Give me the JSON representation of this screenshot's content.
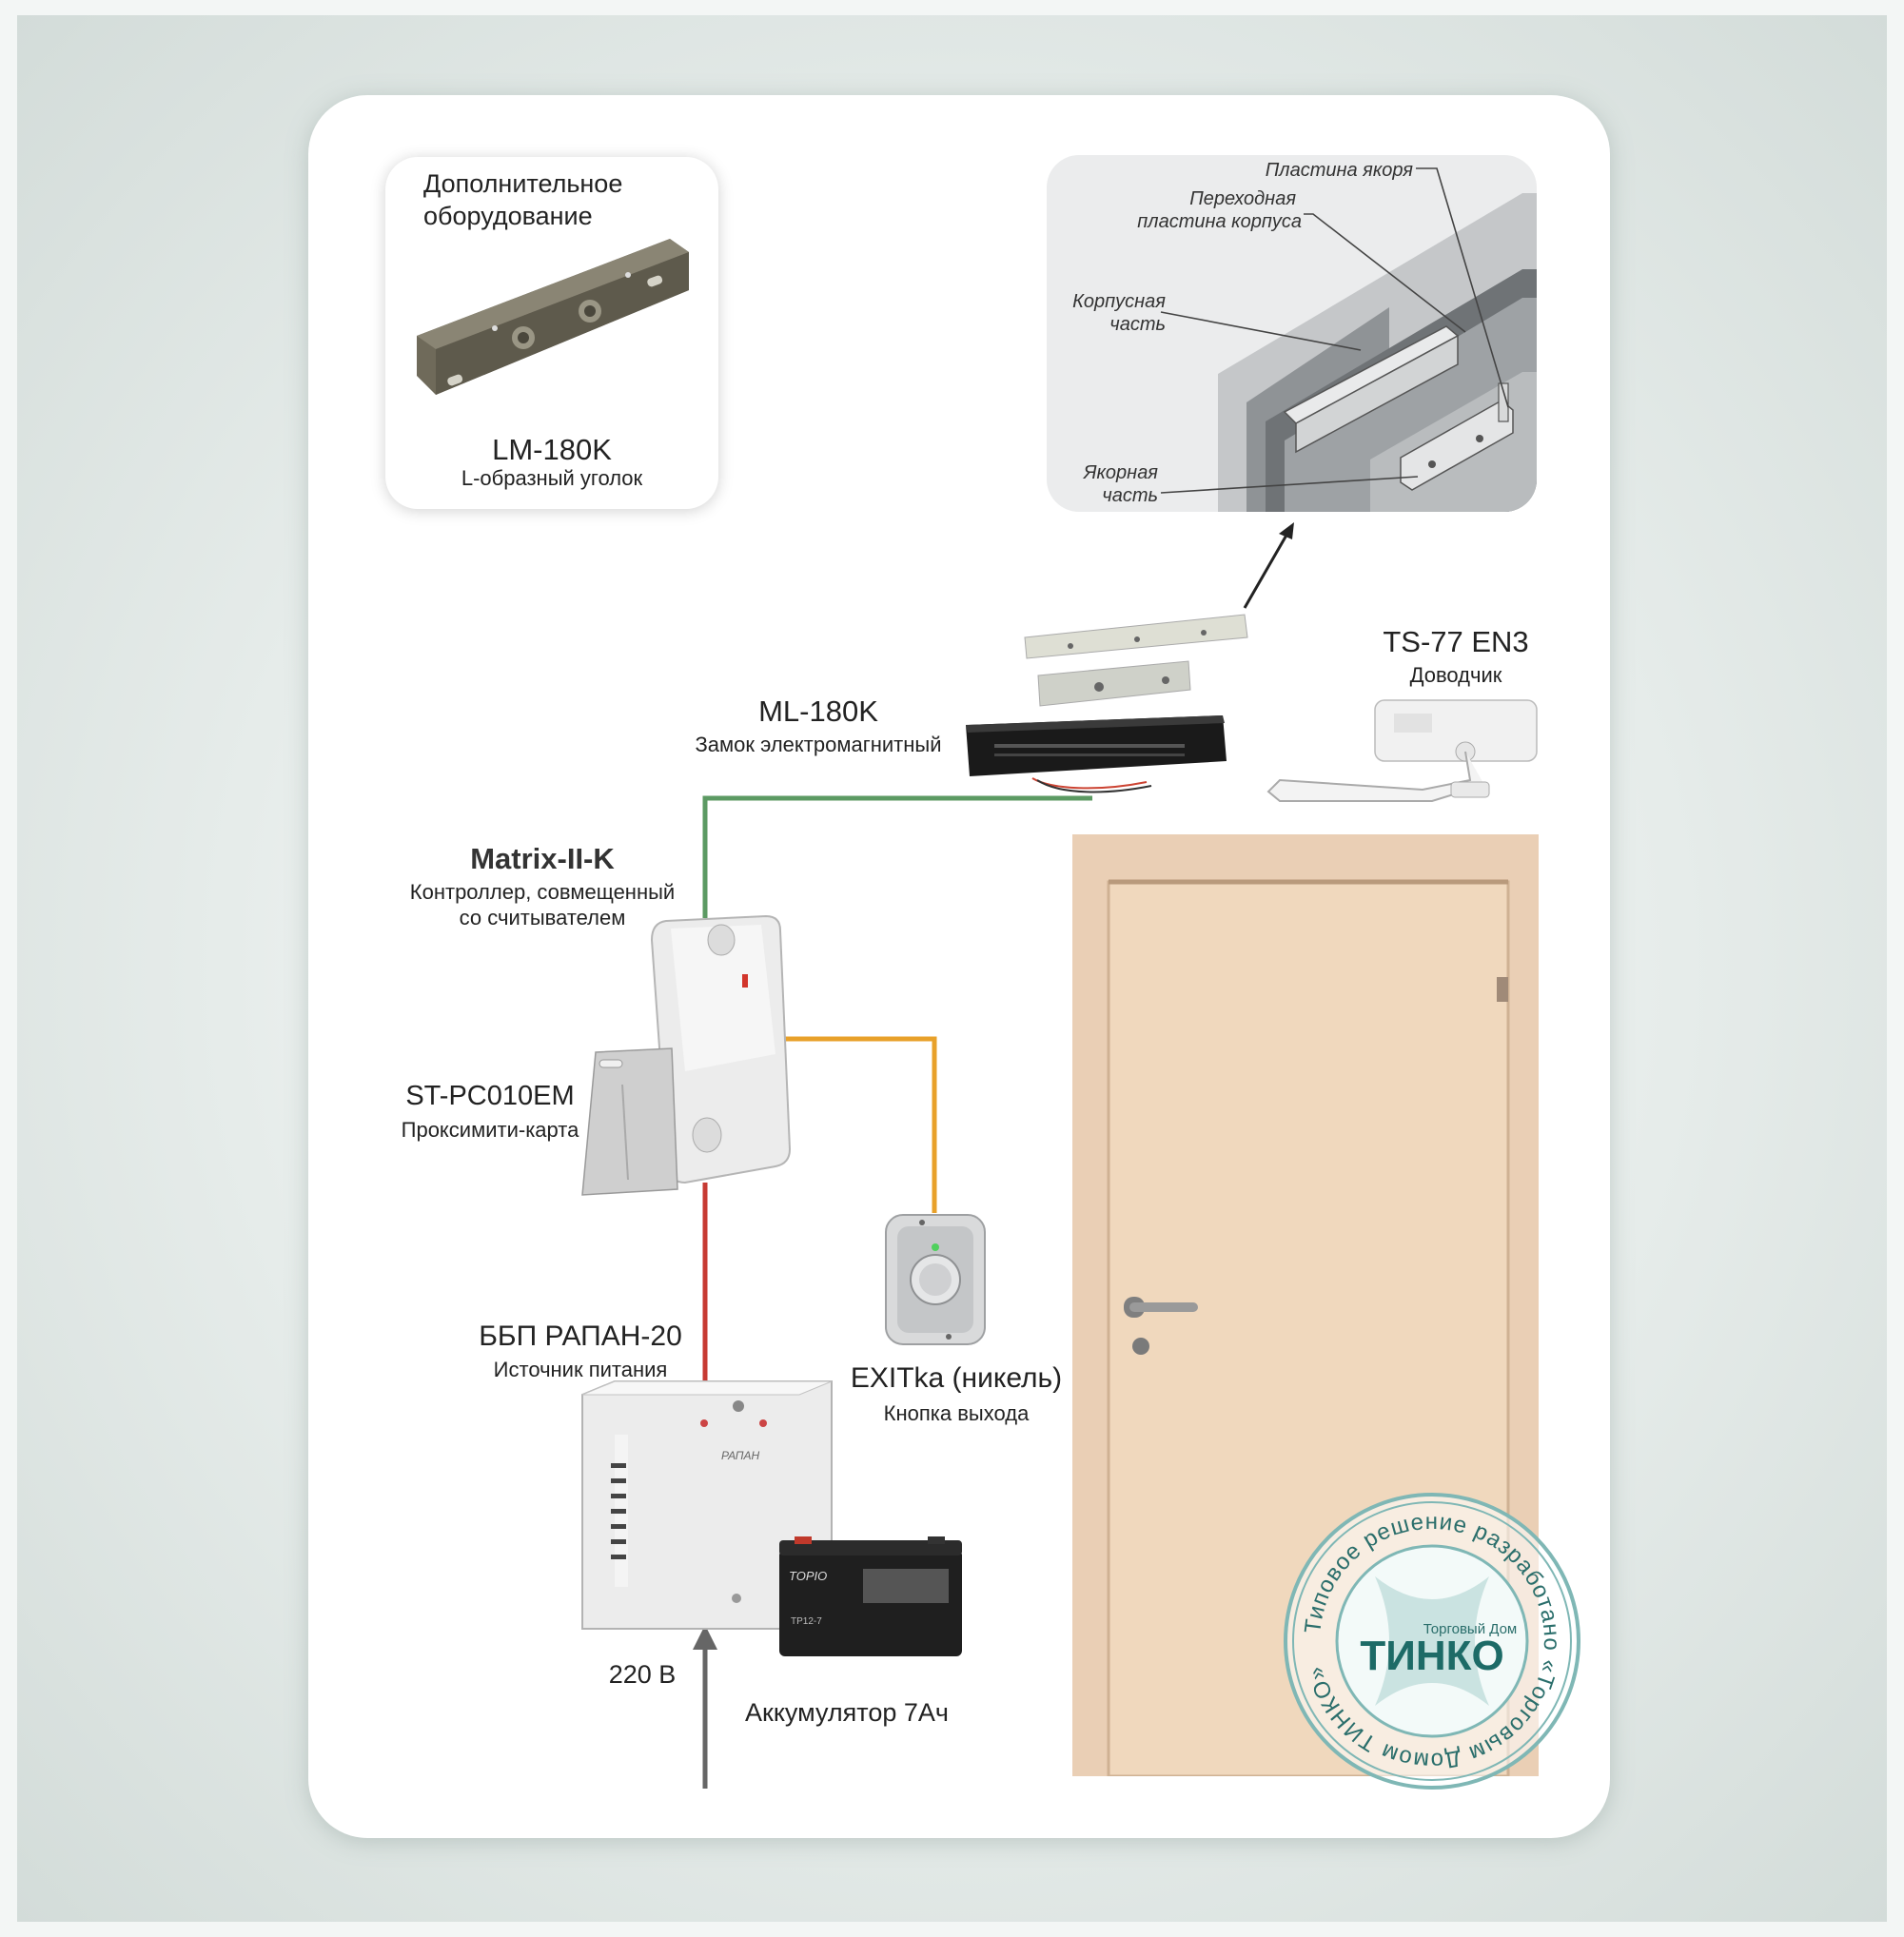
{
  "extra": {
    "heading": "Дополнительное оборудование",
    "model": "LM-180K",
    "description": "L-образный уголок"
  },
  "lock_detail": {
    "anchor_plate": "Пластина якоря",
    "transition_plate": "Переходная пластина корпуса",
    "body_part": "Корпусная часть",
    "anchor_part": "Якорная часть"
  },
  "lock": {
    "model": "ML-180K",
    "description": "Замок электромагнитный"
  },
  "closer": {
    "model": "TS-77 EN3",
    "description": "Доводчик"
  },
  "controller": {
    "model": "Matrix-II-K",
    "description": "Контроллер, совмещенный со считывателем"
  },
  "card": {
    "model": "ST-PC010EM",
    "description": "Проксимити-карта"
  },
  "exit_button": {
    "model": "EXITka (никель)",
    "description": "Кнопка выхода"
  },
  "power_supply": {
    "model": "ББП РАПАН-20",
    "description": "Источник питания",
    "front_brand": "РАПАН"
  },
  "mains": {
    "label": "220 В"
  },
  "battery": {
    "label": "Аккумулятор 7Ач",
    "brand": "TOPIO",
    "model": "TP12-7"
  },
  "stamp": {
    "ring_text": "Типовое решение разработано «Торговым Домом ТИНКО»",
    "logo_small": "Торговый Дом",
    "logo_big": "ТИНКО"
  },
  "colors": {
    "wire_lock": "#5c9a63",
    "wire_button": "#e8a12a",
    "wire_power": "#c73a33",
    "stamp": "#7fb7b5"
  }
}
